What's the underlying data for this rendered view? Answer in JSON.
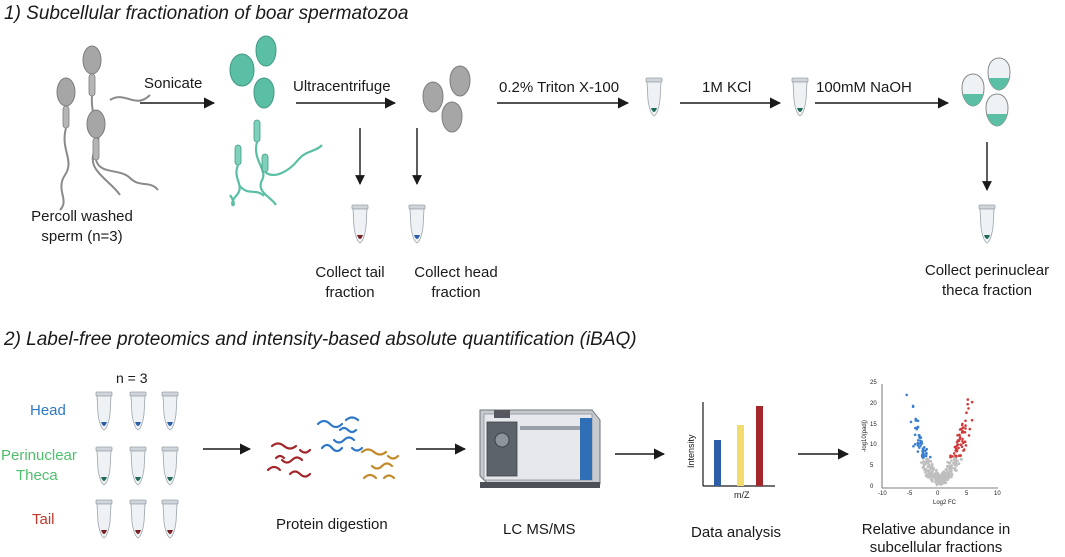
{
  "colors": {
    "sperm_gray": "#9e9e9e",
    "tail_green": "#5bbfa5",
    "head_blue": "#2e78c7",
    "theca_green": "#4fbf6e",
    "tail_red": "#c0392b",
    "bar_yellow": "#f4dc6c",
    "dark_red": "#a3262b",
    "volcano_blue": "#3a7fd0",
    "volcano_red": "#d03a3a"
  },
  "section1": {
    "title": "1) Subcellular fractionation of boar spermatozoa",
    "start_label_line1": "Percoll washed",
    "start_label_line2": "sperm (n=3)",
    "step_sonicate": "Sonicate",
    "step_ultracentrifuge": "Ultracentrifuge",
    "step_triton": "0.2% Triton X-100",
    "step_kcl": "1M KCl",
    "step_naoh": "100mM NaOH",
    "collect_tail_line1": "Collect tail",
    "collect_tail_line2": "fraction",
    "collect_head_line1": "Collect head",
    "collect_head_line2": "fraction",
    "collect_theca_line1": "Collect perinuclear",
    "collect_theca_line2": "theca fraction"
  },
  "section2": {
    "title": "2) Label-free proteomics and intensity-based absolute quantification (iBAQ)",
    "n_label": "n = 3",
    "row_head": "Head",
    "row_theca_line1": "Perinuclear",
    "row_theca_line2": "Theca",
    "row_tail": "Tail",
    "step_digestion": "Protein digestion",
    "step_lcms": "LC MS/MS",
    "step_analysis": "Data analysis",
    "step_abundance_line1": "Relative abundance in",
    "step_abundance_line2": "subcellular fractions",
    "bar_ylabel": "Intensity",
    "bar_xlabel": "m/Z",
    "volcano_ylabel": "-log10(padj)",
    "volcano_xlabel": "Log2 FC",
    "volcano_yticks": [
      "25",
      "20",
      "15",
      "10",
      "5",
      "0"
    ],
    "volcano_xticks": [
      "-10",
      "-5",
      "0",
      "5",
      "10"
    ]
  }
}
